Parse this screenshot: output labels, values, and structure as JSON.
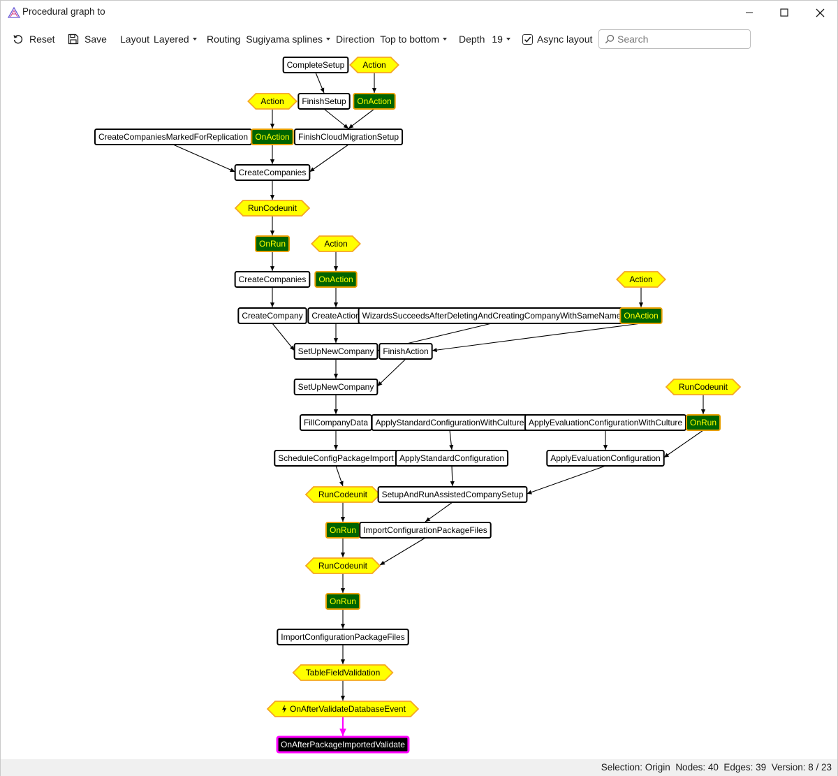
{
  "window": {
    "title": "Procedural graph to"
  },
  "toolbar": {
    "reset_label": "Reset",
    "save_label": "Save",
    "layout_label": "Layout",
    "layout_value": "Layered",
    "routing_label": "Routing",
    "routing_value": "Sugiyama splines",
    "direction_label": "Direction",
    "direction_value": "Top to bottom",
    "depth_label": "Depth",
    "depth_value": "19",
    "async_label": "Async layout",
    "async_checked": true,
    "search_placeholder": "Search"
  },
  "colors": {
    "event_fill": "#ffff00",
    "event_border": "#f5a623",
    "handler_fill": "#006400",
    "handler_border": "#e8a000",
    "procedure_fill": "#ffffff",
    "procedure_border": "#000000",
    "origin_fill": "#000000",
    "origin_border": "#ff00ff"
  },
  "graph": {
    "nodes": [
      {
        "id": "n1",
        "label": "CompleteSetup",
        "kind": "procedure"
      },
      {
        "id": "n2",
        "label": "Action",
        "kind": "event"
      },
      {
        "id": "n3",
        "label": "Action",
        "kind": "event"
      },
      {
        "id": "n4",
        "label": "FinishSetup",
        "kind": "procedure"
      },
      {
        "id": "n5",
        "label": "OnAction",
        "kind": "handler"
      },
      {
        "id": "n6",
        "label": "CreateCompaniesMarkedForReplication",
        "kind": "procedure"
      },
      {
        "id": "n7",
        "label": "OnAction",
        "kind": "handler"
      },
      {
        "id": "n8",
        "label": "FinishCloudMigrationSetup",
        "kind": "procedure"
      },
      {
        "id": "n9",
        "label": "CreateCompanies",
        "kind": "procedure"
      },
      {
        "id": "n10",
        "label": "RunCodeunit",
        "kind": "event"
      },
      {
        "id": "n11",
        "label": "OnRun",
        "kind": "handler"
      },
      {
        "id": "n12",
        "label": "Action",
        "kind": "event"
      },
      {
        "id": "n13",
        "label": "CreateCompanies",
        "kind": "procedure"
      },
      {
        "id": "n14",
        "label": "OnAction",
        "kind": "handler"
      },
      {
        "id": "n15",
        "label": "Action",
        "kind": "event"
      },
      {
        "id": "n16",
        "label": "CreateCompany",
        "kind": "procedure"
      },
      {
        "id": "n17",
        "label": "CreateAction",
        "kind": "procedure"
      },
      {
        "id": "n18",
        "label": "WizardsSucceedsAfterDeletingAndCreatingCompanyWithSameName",
        "kind": "procedure"
      },
      {
        "id": "n19",
        "label": "OnAction",
        "kind": "handler"
      },
      {
        "id": "n20",
        "label": "SetUpNewCompany",
        "kind": "procedure"
      },
      {
        "id": "n21",
        "label": "FinishAction",
        "kind": "procedure"
      },
      {
        "id": "n22",
        "label": "SetUpNewCompany",
        "kind": "procedure"
      },
      {
        "id": "n23",
        "label": "RunCodeunit",
        "kind": "event"
      },
      {
        "id": "n24",
        "label": "FillCompanyData",
        "kind": "procedure"
      },
      {
        "id": "n25",
        "label": "ApplyStandardConfigurationWithCulture",
        "kind": "procedure"
      },
      {
        "id": "n26",
        "label": "ApplyEvaluationConfigurationWithCulture",
        "kind": "procedure"
      },
      {
        "id": "n27",
        "label": "OnRun",
        "kind": "handler"
      },
      {
        "id": "n28",
        "label": "ScheduleConfigPackageImport",
        "kind": "procedure"
      },
      {
        "id": "n29",
        "label": "ApplyStandardConfiguration",
        "kind": "procedure"
      },
      {
        "id": "n30",
        "label": "ApplyEvaluationConfiguration",
        "kind": "procedure"
      },
      {
        "id": "n31",
        "label": "RunCodeunit",
        "kind": "event"
      },
      {
        "id": "n32",
        "label": "SetupAndRunAssistedCompanySetup",
        "kind": "procedure"
      },
      {
        "id": "n33",
        "label": "OnRun",
        "kind": "handler"
      },
      {
        "id": "n34",
        "label": "ImportConfigurationPackageFiles",
        "kind": "procedure"
      },
      {
        "id": "n35",
        "label": "RunCodeunit",
        "kind": "event"
      },
      {
        "id": "n36",
        "label": "OnRun",
        "kind": "handler"
      },
      {
        "id": "n37",
        "label": "ImportConfigurationPackageFiles",
        "kind": "procedure"
      },
      {
        "id": "n38",
        "label": "TableFieldValidation",
        "kind": "event"
      },
      {
        "id": "n39",
        "label": "OnAfterValidateDatabaseEvent",
        "kind": "event",
        "bolt": true
      },
      {
        "id": "n40",
        "label": "OnAfterPackageImportedValidate",
        "kind": "origin"
      }
    ],
    "edges": [
      [
        "n1",
        "n4"
      ],
      [
        "n2",
        "n5"
      ],
      [
        "n4",
        "n8"
      ],
      [
        "n5",
        "n8"
      ],
      [
        "n3",
        "n7"
      ],
      [
        "n6",
        "n9"
      ],
      [
        "n7",
        "n9"
      ],
      [
        "n8",
        "n9"
      ],
      [
        "n9",
        "n10"
      ],
      [
        "n10",
        "n11"
      ],
      [
        "n11",
        "n13"
      ],
      [
        "n12",
        "n14"
      ],
      [
        "n13",
        "n16"
      ],
      [
        "n14",
        "n17"
      ],
      [
        "n15",
        "n19"
      ],
      [
        "n16",
        "n20"
      ],
      [
        "n17",
        "n20"
      ],
      [
        "n18",
        "n20"
      ],
      [
        "n19",
        "n21"
      ],
      [
        "n20",
        "n22"
      ],
      [
        "n21",
        "n22"
      ],
      [
        "n22",
        "n24"
      ],
      [
        "n24",
        "n28"
      ],
      [
        "n23",
        "n27"
      ],
      [
        "n25",
        "n29"
      ],
      [
        "n26",
        "n30"
      ],
      [
        "n27",
        "n30"
      ],
      [
        "n28",
        "n31"
      ],
      [
        "n29",
        "n32"
      ],
      [
        "n30",
        "n32"
      ],
      [
        "n31",
        "n33"
      ],
      [
        "n32",
        "n34"
      ],
      [
        "n33",
        "n35"
      ],
      [
        "n34",
        "n35"
      ],
      [
        "n35",
        "n36"
      ],
      [
        "n36",
        "n37"
      ],
      [
        "n37",
        "n38"
      ],
      [
        "n38",
        "n39"
      ],
      [
        "n39",
        "n40"
      ]
    ]
  },
  "status": {
    "selection": "Selection: Origin",
    "nodes": "Nodes: 40",
    "edges": "Edges: 39",
    "version": "Version: 8 / 23"
  }
}
